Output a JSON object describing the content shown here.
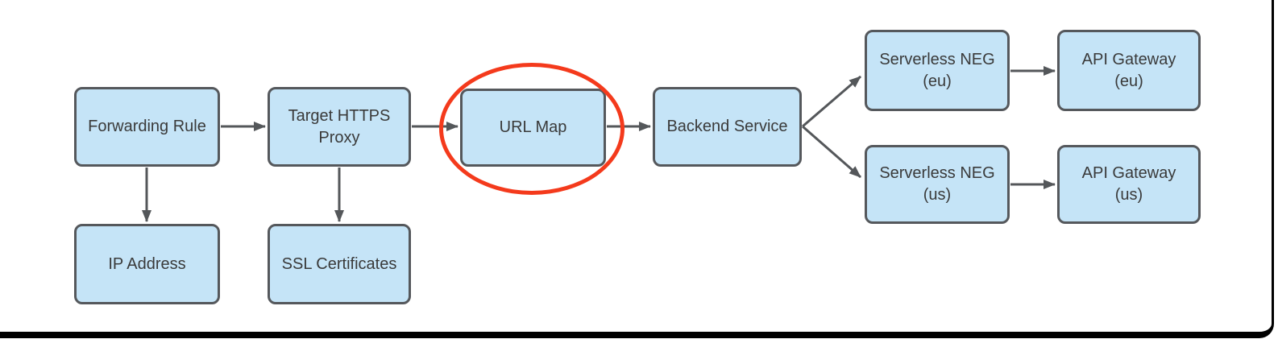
{
  "diagram": {
    "nodes": {
      "forwarding_rule": {
        "label": "Forwarding Rule"
      },
      "target_https_proxy": {
        "label": "Target HTTPS\nProxy"
      },
      "url_map": {
        "label": "URL Map"
      },
      "backend_service": {
        "label": "Backend Service"
      },
      "serverless_neg_eu": {
        "label": "Serverless NEG\n(eu)"
      },
      "api_gateway_eu": {
        "label": "API Gateway\n(eu)"
      },
      "serverless_neg_us": {
        "label": "Serverless NEG\n(us)"
      },
      "api_gateway_us": {
        "label": "API Gateway\n(us)"
      },
      "ip_address": {
        "label": "IP Address"
      },
      "ssl_certificates": {
        "label": "SSL Certificates"
      }
    },
    "edges": [
      {
        "from": "Forwarding Rule",
        "to": "Target HTTPS Proxy"
      },
      {
        "from": "Target HTTPS Proxy",
        "to": "URL Map"
      },
      {
        "from": "URL Map",
        "to": "Backend Service"
      },
      {
        "from": "Backend Service",
        "to": "Serverless NEG (eu)"
      },
      {
        "from": "Backend Service",
        "to": "Serverless NEG (us)"
      },
      {
        "from": "Serverless NEG (eu)",
        "to": "API Gateway (eu)"
      },
      {
        "from": "Serverless NEG (us)",
        "to": "API Gateway (us)"
      },
      {
        "from": "Forwarding Rule",
        "to": "IP Address"
      },
      {
        "from": "Target HTTPS Proxy",
        "to": "SSL Certificates"
      }
    ],
    "highlight": {
      "shape": "ellipse",
      "around": "URL Map",
      "color": "#F43A1C"
    },
    "colors": {
      "node_fill": "#C5E4F7",
      "node_border": "#55585C",
      "arrow": "#54575A",
      "highlight": "#F43A1C",
      "text": "#3A3A3A",
      "frame": "#000000",
      "background": "#FFFFFF"
    }
  }
}
